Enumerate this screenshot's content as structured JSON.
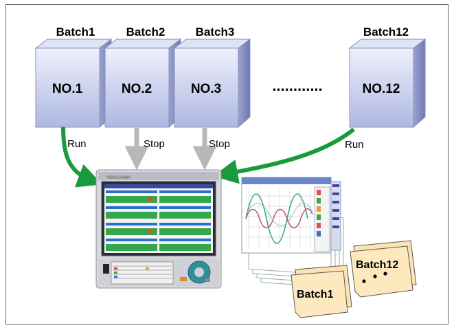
{
  "batches": [
    {
      "title": "Batch1",
      "unit": "NO.1",
      "status": "Run"
    },
    {
      "title": "Batch2",
      "unit": "NO.2",
      "status": "Stop"
    },
    {
      "title": "Batch3",
      "unit": "NO.3",
      "status": "Stop"
    },
    {
      "title": "Batch12",
      "unit": "NO.12",
      "status": "Run"
    }
  ],
  "ellipsis": "............",
  "recorder": {
    "brand": "YOKOGAWA"
  },
  "files": {
    "front": "Batch1",
    "back": "Batch12"
  },
  "colors": {
    "run_arrow": "#1a9a3c",
    "stop_arrow": "#b8b8b8",
    "box_front": "#c9d1ee",
    "doc_fill": "#fde9bd"
  }
}
